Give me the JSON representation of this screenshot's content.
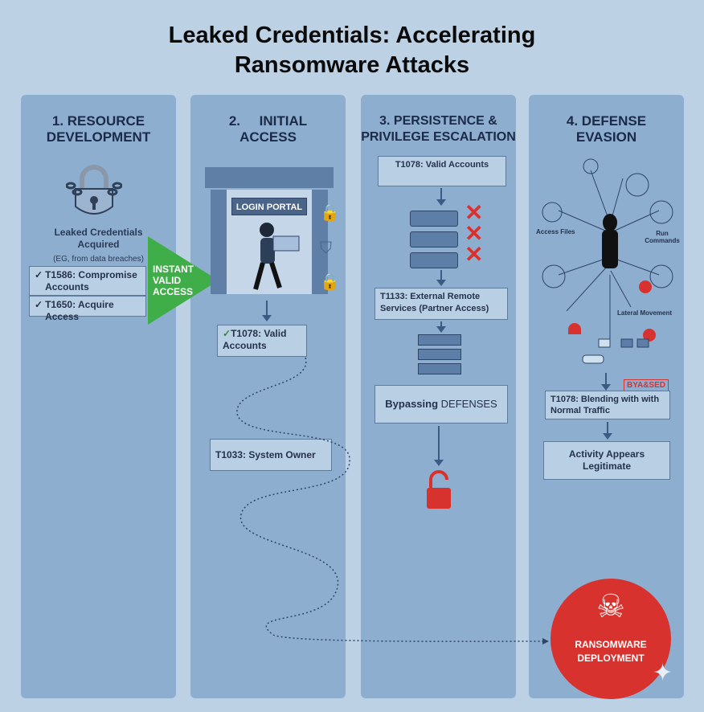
{
  "title": {
    "line1": "Leaked Credentials: Accelerating",
    "line2": "Ransomware Attacks"
  },
  "columns": [
    {
      "heading_line1": "1. RESOURCE",
      "heading_line2": "DEVELOPMENT",
      "caption_line1": "Leaked Credentials",
      "caption_line2": "Acquired",
      "caption_note": "(EG, from data breaches)",
      "techniques": [
        "T1586: Compromise Accounts",
        "T1650: Acquire Access"
      ],
      "check": "✓"
    },
    {
      "heading_line1": "2.     INITIAL",
      "heading_line2": "ACCESS",
      "portal_label": "LOGIN PORTAL",
      "technique": "T1078: Valid Accounts",
      "system_owner": "T1033: System Owner"
    },
    {
      "heading_line1": "3. PERSISTENCE &",
      "heading_line2": "PRIVILEGE ESCALATION",
      "technique1": "T1078: Valid Accounts",
      "technique2": "T1133: External Remote Services (Partner Access)",
      "bypass_bold": "Bypassing",
      "bypass_rest": " DEFENSES"
    },
    {
      "heading_line1": "4. DEFENSE",
      "heading_line2": "EVASION",
      "labels": {
        "access_files": "Access Files",
        "run_commands": "Run Commands",
        "lateral_movement": "Lateral Movement"
      },
      "stamp": "BYA&SED",
      "technique": "T1078: Blending with with Normal Traffic",
      "result": "Activity Appears Legitimate"
    }
  ],
  "transition": {
    "line1": "INSTANT",
    "line2": "VALID",
    "line3": "ACCESS"
  },
  "final": {
    "line1": "RANSOMWARE",
    "line2": "DEPLOYMENT"
  },
  "colors": {
    "accent_green": "#3fae49",
    "danger_red": "#d8322e",
    "column": "#8eaed0"
  }
}
